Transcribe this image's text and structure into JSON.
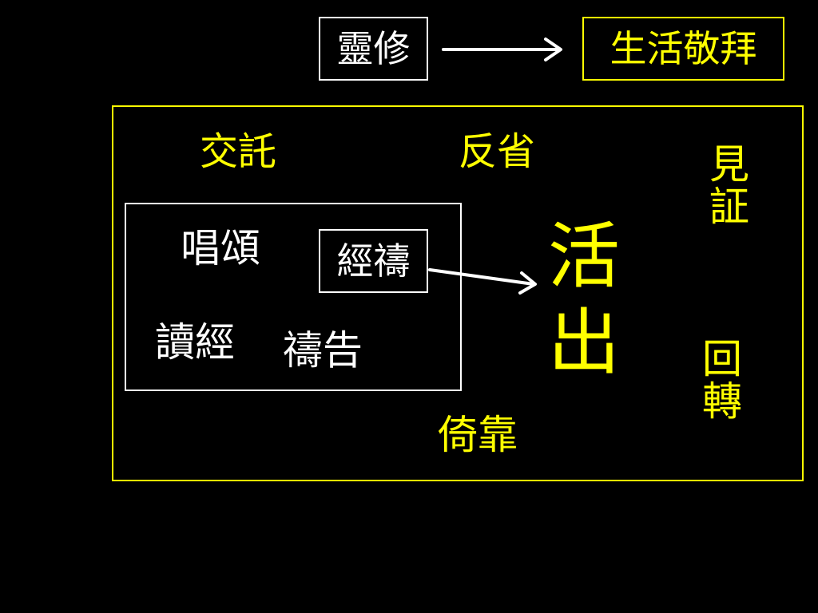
{
  "colors": {
    "background": "#000000",
    "white": "#ffffff",
    "yellow": "#ffff00"
  },
  "top": {
    "left_box": "靈修",
    "right_box": "生活敬拜"
  },
  "outer": {
    "top_left": "交託",
    "top_middle": "反省",
    "right_upper": [
      "見",
      "証"
    ],
    "right_lower": [
      "回",
      "轉"
    ],
    "bottom": "倚靠",
    "center": [
      "活",
      "出"
    ]
  },
  "inner": {
    "sing": "唱頌",
    "pray_scripture": "經禱",
    "read_scripture": "讀經",
    "prayer": "禱告"
  }
}
